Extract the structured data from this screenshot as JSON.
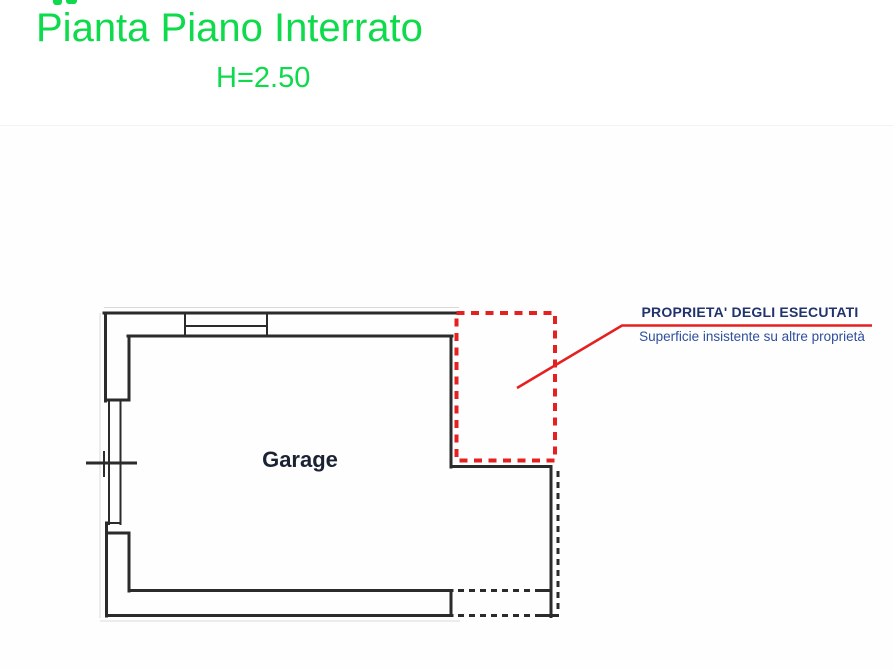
{
  "colors": {
    "green": "#0ddb4b",
    "navy": "#20336b",
    "blue": "#2e4f9e",
    "red": "#e52020",
    "ink": "#2b2b2b",
    "ink-text": "#1b2233",
    "guide": "#d9d9d9"
  },
  "header": {
    "title": "Pianta Piano Interrato",
    "height_label": "H=2.50"
  },
  "plan": {
    "room_label": "Garage"
  },
  "callout": {
    "title": "PROPRIETA' DEGLI ESECUTATI",
    "subtitle": "Superficie insistente su altre proprietà"
  }
}
